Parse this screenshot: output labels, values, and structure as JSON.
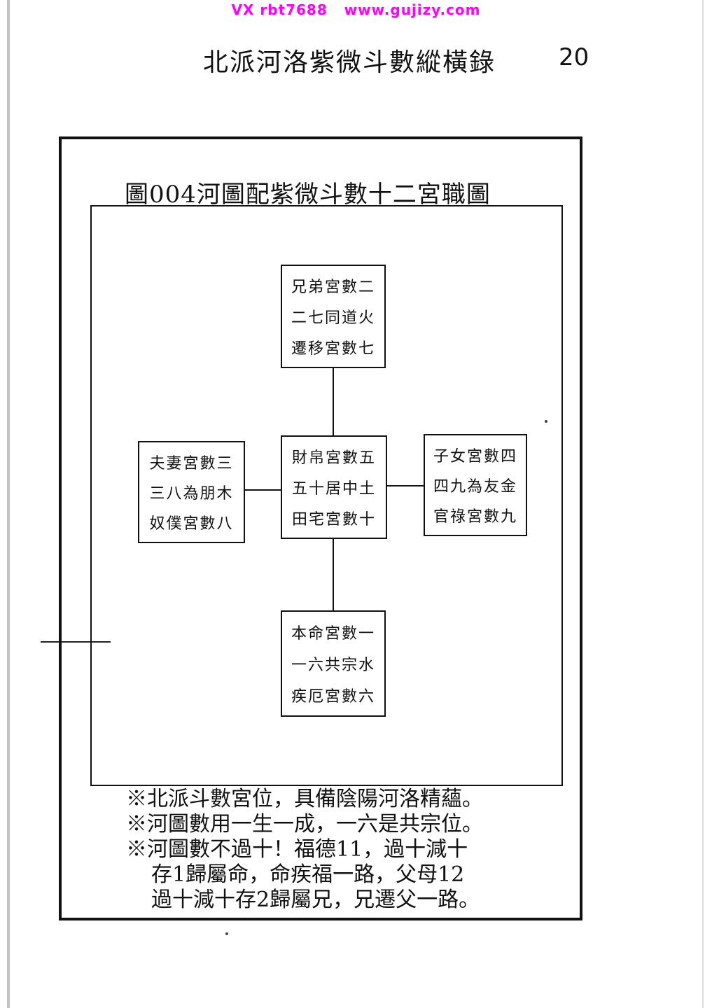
{
  "watermark": "VX rbt7688   www.gujizy.com",
  "header": {
    "title": "北派河洛紫微斗數縱橫錄",
    "page_number": "20"
  },
  "figure": {
    "title": "圖004河圖配紫微斗數十二宮職圖",
    "boxes": {
      "top": [
        "兄弟宮數二",
        "二七同道火",
        "遷移宮數七"
      ],
      "center": [
        "財帛宮數五",
        "五十居中土",
        "田宅宮數十"
      ],
      "left": [
        "夫妻宮數三",
        "三八為朋木",
        "奴僕宮數八"
      ],
      "right": [
        "子女宮數四",
        "四九為友金",
        "官祿宮數九"
      ],
      "bottom": [
        "本命宮數一",
        "一六共宗水",
        "疾厄宮數六"
      ]
    }
  },
  "notes": [
    "※北派斗數宮位，具備陰陽河洛精蘊。",
    "※河圖數用一生一成，一六是共宗位。",
    "※河圖數不過十！福德11，過十減十",
    "存1歸屬命，命疾福一路，父母12",
    "過十減十存2歸屬兄，兄遷父一路。"
  ]
}
